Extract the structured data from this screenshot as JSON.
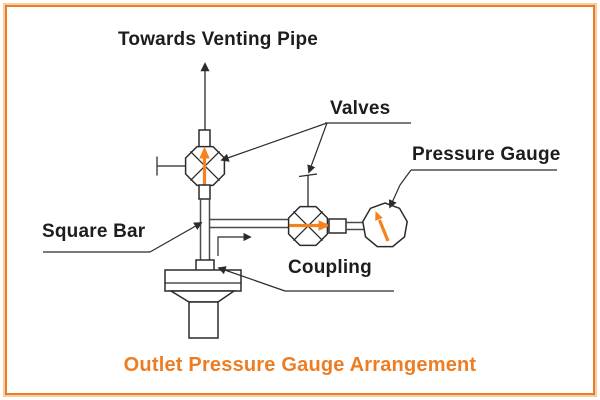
{
  "caption": "Outlet Pressure Gauge Arrangement",
  "labels": {
    "venting_pipe": "Towards Venting Pipe",
    "valves": "Valves",
    "pressure_gauge": "Pressure Gauge",
    "square_bar": "Square Bar",
    "coupling": "Coupling"
  },
  "colors": {
    "accent_orange": "#ED7D23",
    "arrow_orange": "#F5821F",
    "line_black": "#2b2b2b",
    "pipe_gray": "#4a4a4a",
    "background": "#FFFFFF"
  },
  "icons": {
    "vent_valve": "valve-cross-icon",
    "outlet_valve": "valve-cross-icon",
    "gauge_dial": "pressure-gauge-dial-icon",
    "vent_flow": "arrow-up-icon",
    "outlet_flow": "arrow-right-icon",
    "needle": "gauge-needle-icon"
  }
}
